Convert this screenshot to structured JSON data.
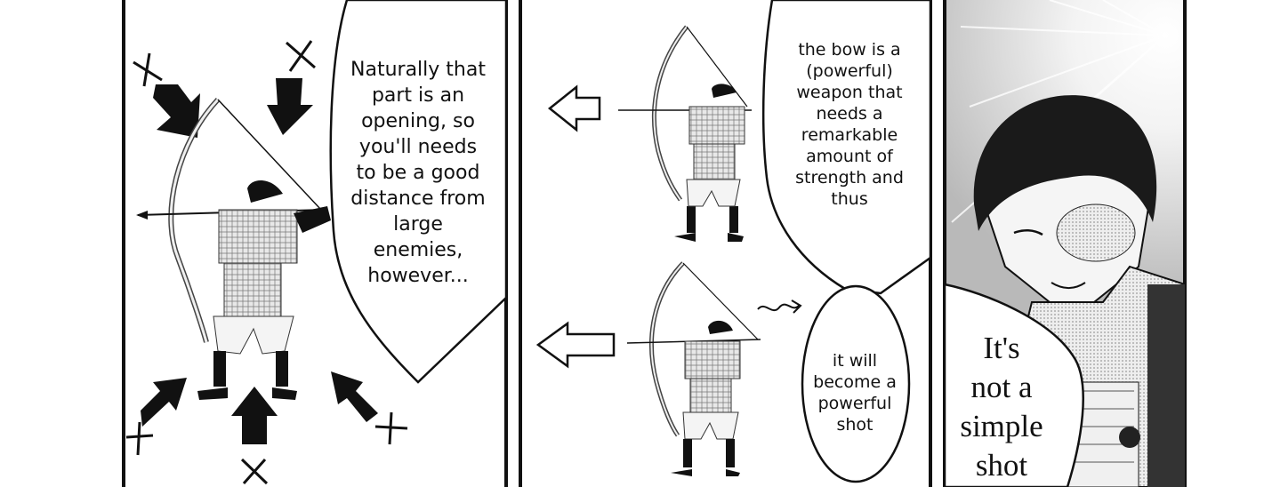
{
  "panels": [
    {
      "name": "panel-1",
      "bubble_text": "Naturally that\npart is an\nopening, so\nyou'll needs\nto be a good\ndistance from\nlarge\nenemies,\nhowever..."
    },
    {
      "name": "panel-2",
      "bubble_text_top": "the bow is a\n(powerful)\nweapon that\nneeds a\nremarkable\namount of\nstrength and\nthus",
      "bubble_text_bottom": "it will\nbecome a\npowerful\nshot"
    },
    {
      "name": "panel-3",
      "bubble_text": "It's\nnot a\nsimple\nshot"
    }
  ],
  "colors": {
    "ink": "#111111",
    "paper": "#ffffff",
    "screentone": "#cfcfcf"
  }
}
